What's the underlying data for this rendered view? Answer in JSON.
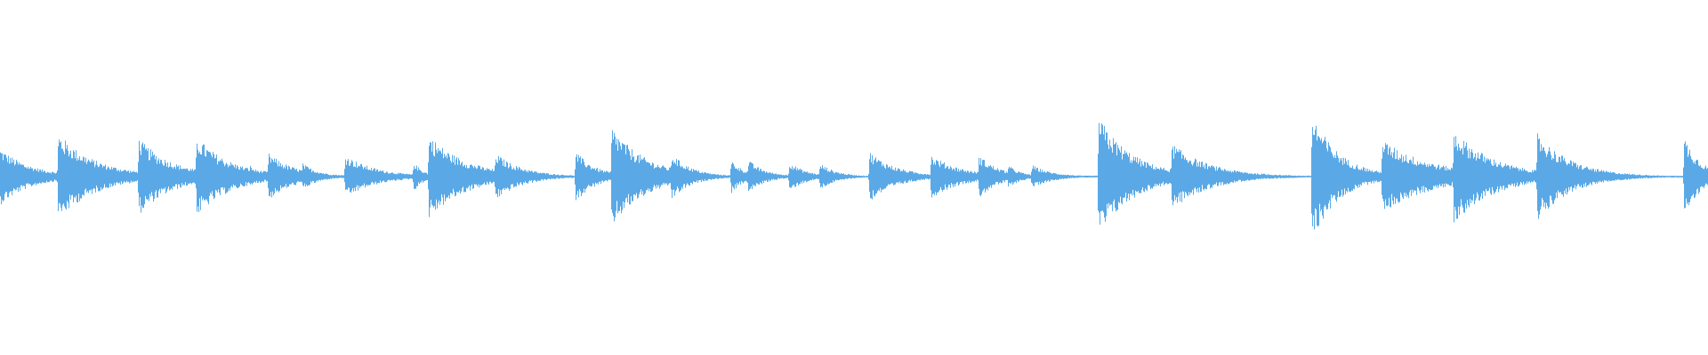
{
  "waveform": {
    "color": "#5AA9E6",
    "background": "#FFFFFF",
    "baseline_level": 0.012,
    "onsets": [
      {
        "t": 0.0,
        "amp": 0.34,
        "decay": 0.018
      },
      {
        "t": 0.034,
        "amp": 0.52,
        "decay": 0.022
      },
      {
        "t": 0.081,
        "amp": 0.46,
        "decay": 0.02
      },
      {
        "t": 0.115,
        "amp": 0.48,
        "decay": 0.02
      },
      {
        "t": 0.146,
        "amp": 0.14,
        "decay": 0.006
      },
      {
        "t": 0.157,
        "amp": 0.28,
        "decay": 0.016
      },
      {
        "t": 0.177,
        "amp": 0.16,
        "decay": 0.01
      },
      {
        "t": 0.202,
        "amp": 0.26,
        "decay": 0.018
      },
      {
        "t": 0.242,
        "amp": 0.18,
        "decay": 0.006
      },
      {
        "t": 0.251,
        "amp": 0.5,
        "decay": 0.022
      },
      {
        "t": 0.29,
        "amp": 0.28,
        "decay": 0.016
      },
      {
        "t": 0.3,
        "amp": 0.12,
        "decay": 0.006
      },
      {
        "t": 0.337,
        "amp": 0.3,
        "decay": 0.012
      },
      {
        "t": 0.358,
        "amp": 0.6,
        "decay": 0.02
      },
      {
        "t": 0.393,
        "amp": 0.28,
        "decay": 0.012
      },
      {
        "t": 0.428,
        "amp": 0.2,
        "decay": 0.008
      },
      {
        "t": 0.438,
        "amp": 0.2,
        "decay": 0.01
      },
      {
        "t": 0.462,
        "amp": 0.18,
        "decay": 0.01
      },
      {
        "t": 0.48,
        "amp": 0.16,
        "decay": 0.01
      },
      {
        "t": 0.509,
        "amp": 0.3,
        "decay": 0.016
      },
      {
        "t": 0.545,
        "amp": 0.26,
        "decay": 0.018
      },
      {
        "t": 0.573,
        "amp": 0.26,
        "decay": 0.012
      },
      {
        "t": 0.59,
        "amp": 0.14,
        "decay": 0.008
      },
      {
        "t": 0.604,
        "amp": 0.14,
        "decay": 0.012
      },
      {
        "t": 0.643,
        "amp": 0.72,
        "decay": 0.02
      },
      {
        "t": 0.686,
        "amp": 0.4,
        "decay": 0.022
      },
      {
        "t": 0.768,
        "amp": 0.76,
        "decay": 0.016
      },
      {
        "t": 0.809,
        "amp": 0.44,
        "decay": 0.03
      },
      {
        "t": 0.851,
        "amp": 0.56,
        "decay": 0.024
      },
      {
        "t": 0.9,
        "amp": 0.52,
        "decay": 0.02
      },
      {
        "t": 0.986,
        "amp": 0.48,
        "decay": 0.01
      }
    ]
  }
}
